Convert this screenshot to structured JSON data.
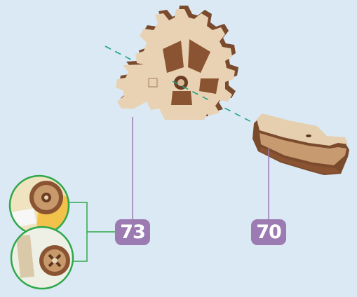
{
  "colors": {
    "background": "#dbe9f4",
    "label_fill": "#9c7bb2",
    "leader_line": "#9c7bb2",
    "axis_dash": "#1fa38a",
    "callout_circle": "#2ea84a",
    "wood_face": "#e9d2b3",
    "wood_edge": "#7a4a2c"
  },
  "parts": [
    {
      "number": "73",
      "label": "73",
      "shape": "gear-icon"
    },
    {
      "number": "70",
      "label": "70",
      "shape": "wooden-bar"
    }
  ],
  "callouts": [
    {
      "icon": "gear-on-yellow-detail-icon"
    },
    {
      "icon": "gear-in-frame-detail-icon"
    }
  ]
}
